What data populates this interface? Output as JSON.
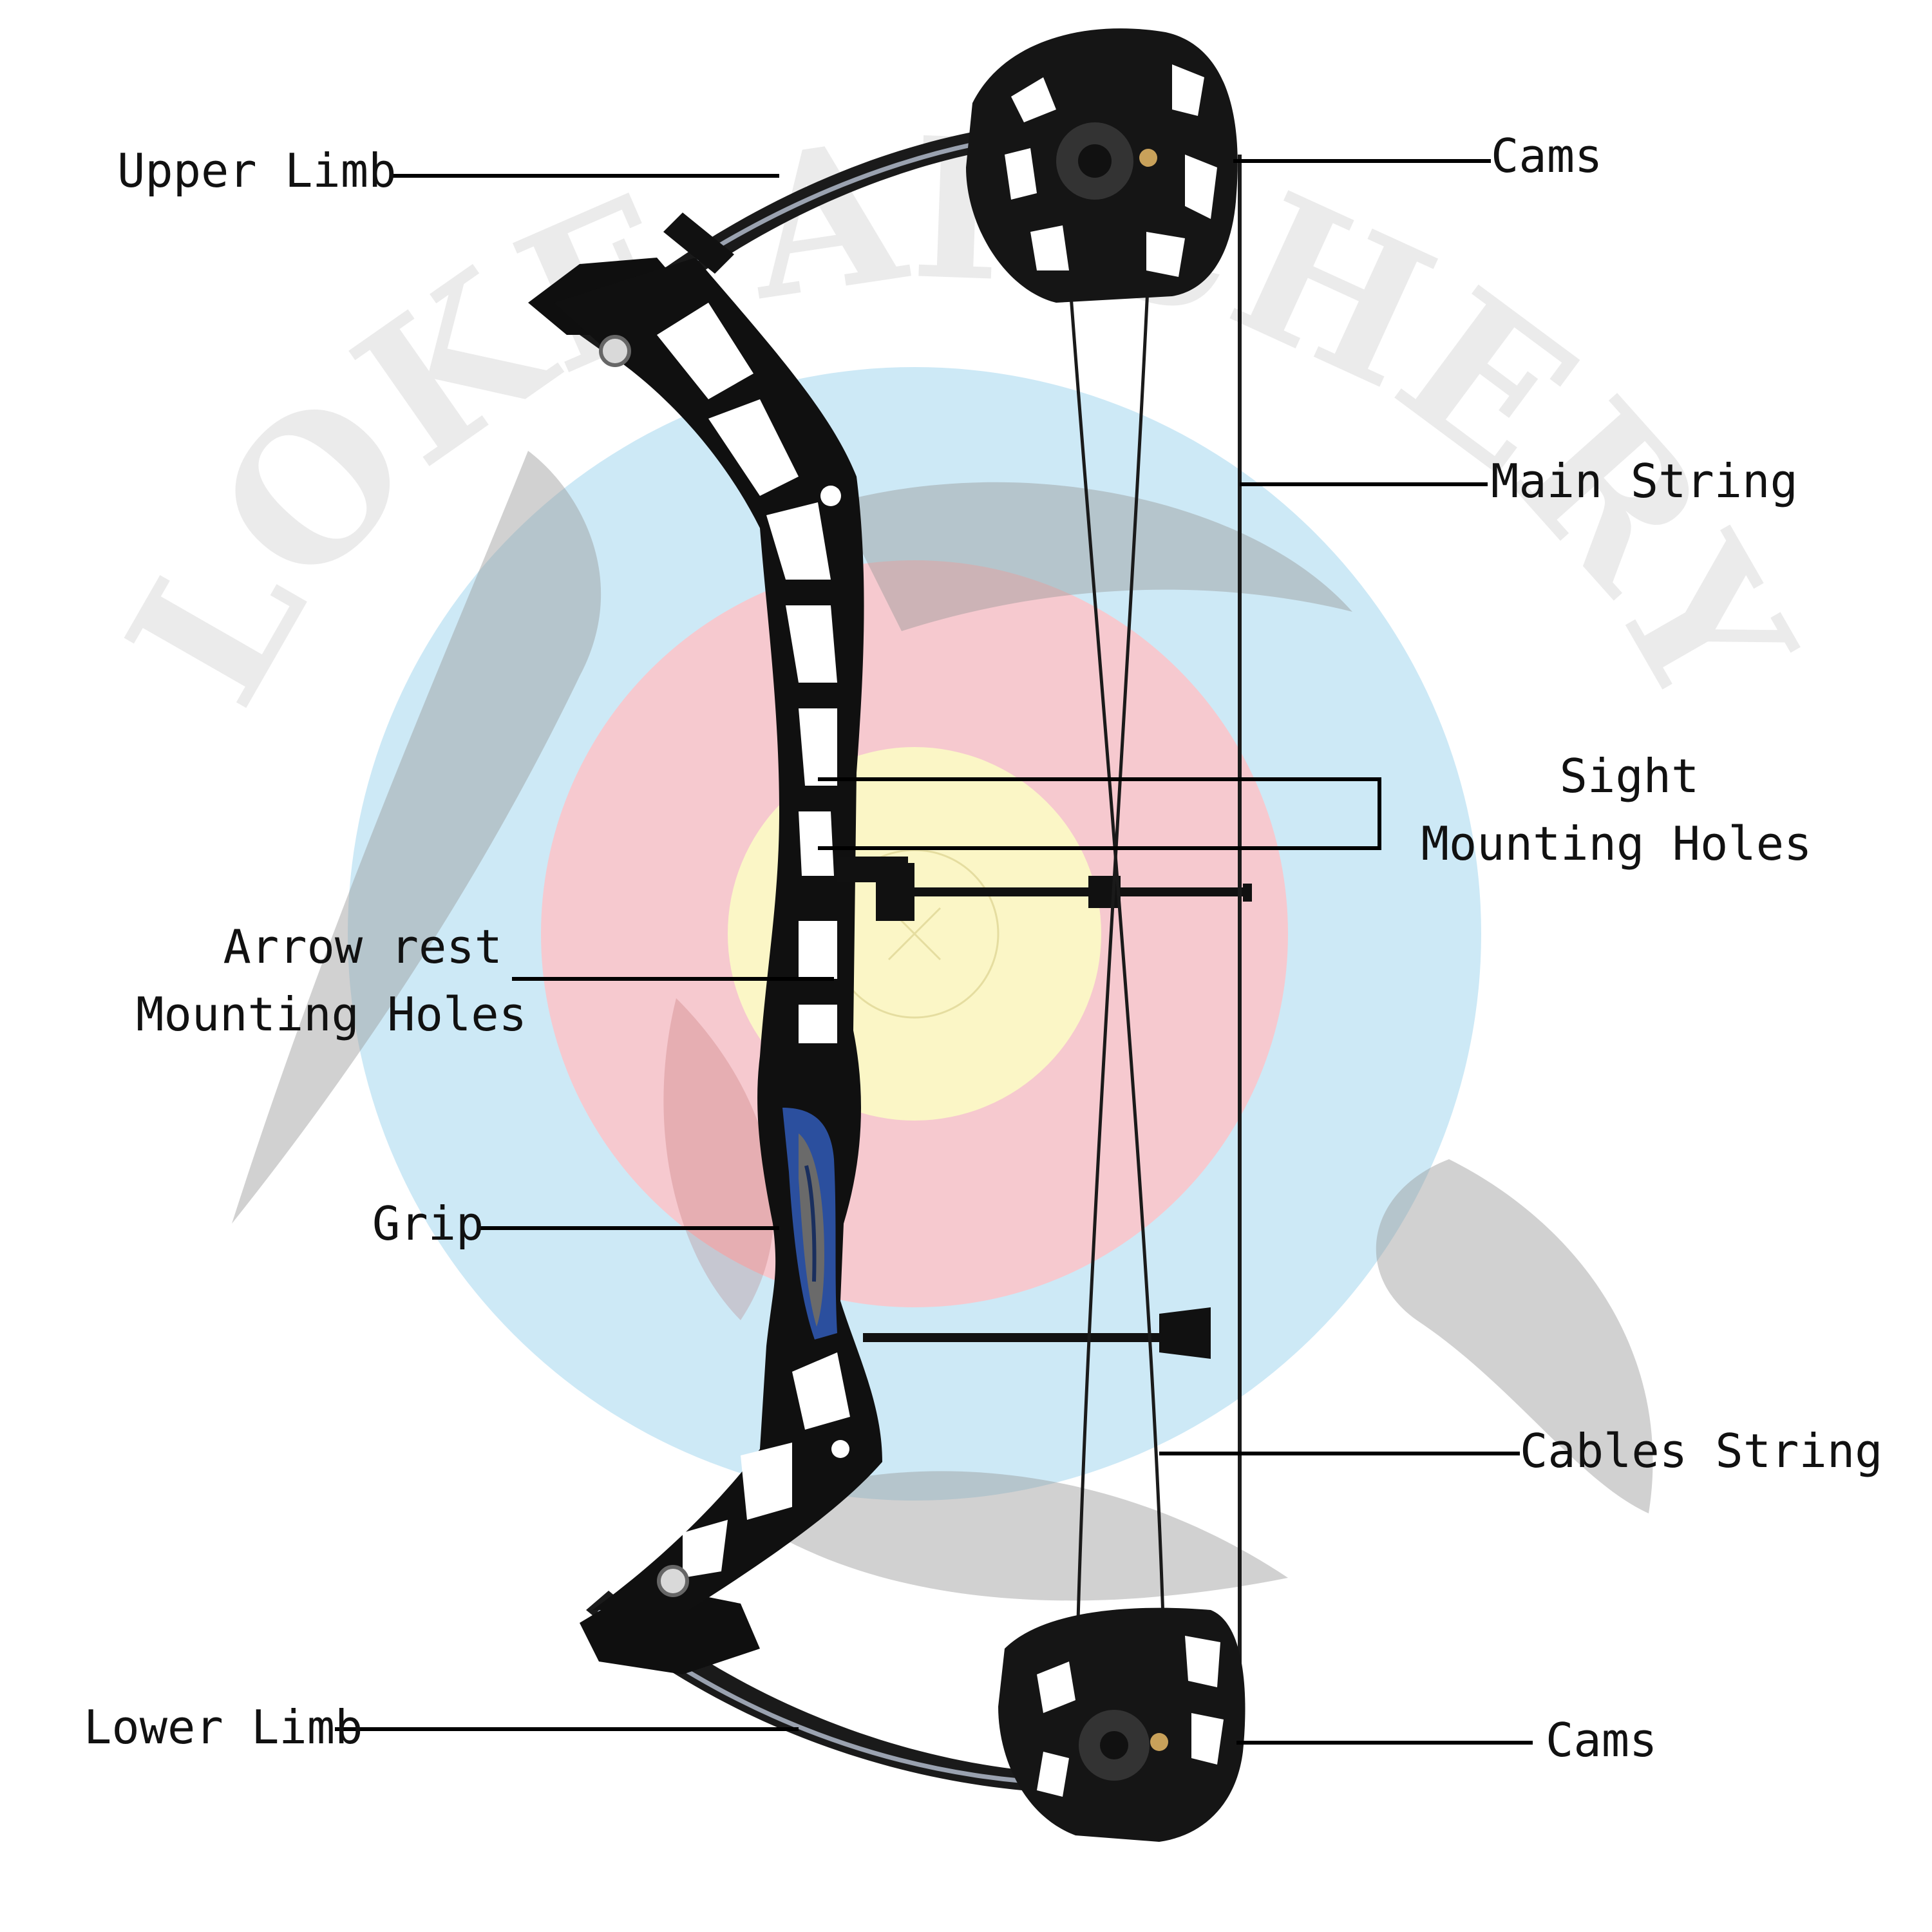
{
  "watermark": {
    "text": "LOKE ARCHERY"
  },
  "colors": {
    "target_outer": "#cde9f6",
    "target_red": "#f6c9cf",
    "target_yellow": "#fbf6c6",
    "riser": "#101010",
    "grip_accent": "#2b4f9e",
    "leader_line": "#000000",
    "label_text": "#111111"
  },
  "labels": {
    "upper_limb": "Upper Limb",
    "cams_top": "Cams",
    "main_string": "Main String",
    "sight_line1": "Sight",
    "sight_line2": "Mounting Holes",
    "arrow_rest_line1": "Arrow rest",
    "arrow_rest_line2": "Mounting Holes",
    "grip": "Grip",
    "cables_string": "Cables String",
    "lower_limb": "Lower Limb",
    "cams_bottom": "Cams"
  }
}
